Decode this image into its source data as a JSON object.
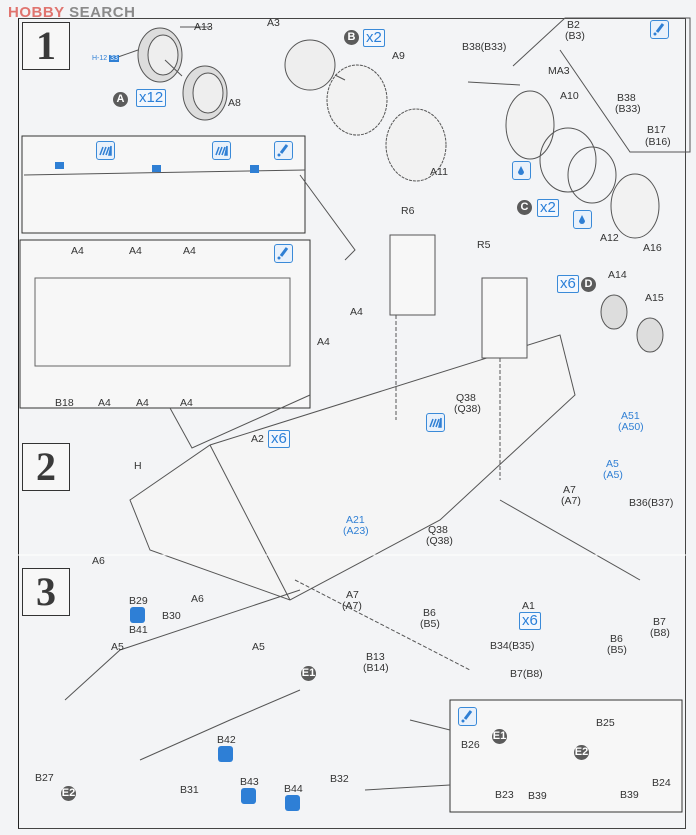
{
  "watermark": {
    "part1": "HOBBY",
    "part2": " SEARCH"
  },
  "steps": [
    "1",
    "2",
    "3"
  ],
  "step1": {
    "wheel_group": {
      "labels": [
        "A13",
        "A8"
      ],
      "ref": "H-12",
      "ref_num": "33",
      "badge": "A",
      "multiplier": "x12"
    },
    "sprocket_group": {
      "labels": [
        "A3",
        "A9",
        "A11"
      ],
      "badge": "B",
      "multiplier": "x2"
    },
    "idler_group": {
      "labels": [
        "B38(B33)",
        "MA3",
        "A10",
        "A12",
        "A16"
      ],
      "badge": "C",
      "multiplier": "x2"
    },
    "idler_detail": {
      "labels": [
        "B2",
        "(B3)",
        "B38",
        "(B33)",
        "B17",
        "(B16)"
      ]
    },
    "return_roller_group": {
      "labels": [
        "A14",
        "A15"
      ],
      "badge": "D",
      "multiplier": "x6"
    }
  },
  "step2": {
    "side_detail_icons": [
      "paint-stripes-icon",
      "paint-stripes-icon",
      "cement-brush-icon"
    ],
    "underside_detail": {
      "top_labels": [
        "A4",
        "A4",
        "A4"
      ],
      "bottom_labels": [
        "B18",
        "A4",
        "A4",
        "A4"
      ]
    },
    "hull_labels": {
      "R6": "R6",
      "R5": "R5",
      "A4a": "A4",
      "A4b": "A4",
      "A2": "A2",
      "A2_mult": "x6",
      "H": "H",
      "Q38a": "Q38",
      "Q38a2": "(Q38)",
      "A51": "A51",
      "A50": "(A50)",
      "A5": "A5",
      "A5b": "(A5)",
      "A7a": "A7",
      "A7a2": "(A7)",
      "A21": "A21",
      "A23": "(A23)",
      "Q38b": "Q38",
      "Q38b2": "(Q38)",
      "B36": "B36(B37)",
      "A7b": "A7",
      "A7b2": "(A7)",
      "B6a": "B6",
      "B5a": "(B5)",
      "A1": "A1",
      "A1_mult": "x6",
      "B6b": "B6",
      "B5b": "(B5)",
      "B7": "B7",
      "B8": "(B8)",
      "B34": "B34(B35)",
      "B13": "B13",
      "B14": "(B14)",
      "B7B8": "B7(B8)"
    }
  },
  "step3": {
    "labels": {
      "A6a": "A6",
      "A6b": "A6",
      "B29": "B29",
      "B30": "B30",
      "B41": "B41",
      "A5a": "A5",
      "A5b": "A5",
      "E1": "E1",
      "B42": "B42",
      "B43": "B43",
      "B44": "B44",
      "B27": "B27",
      "E2": "E2",
      "B31": "B31",
      "B32": "B32"
    },
    "detail": {
      "E1": "E1",
      "E2": "E2",
      "B26": "B26",
      "B23": "B23",
      "B39a": "B39",
      "B25": "B25",
      "B24": "B24",
      "B39b": "B39"
    }
  },
  "colors": {
    "accent_blue": "#2f7fd4",
    "badge_gray": "#5b5b5b",
    "watermark_red": "#e0746f"
  }
}
